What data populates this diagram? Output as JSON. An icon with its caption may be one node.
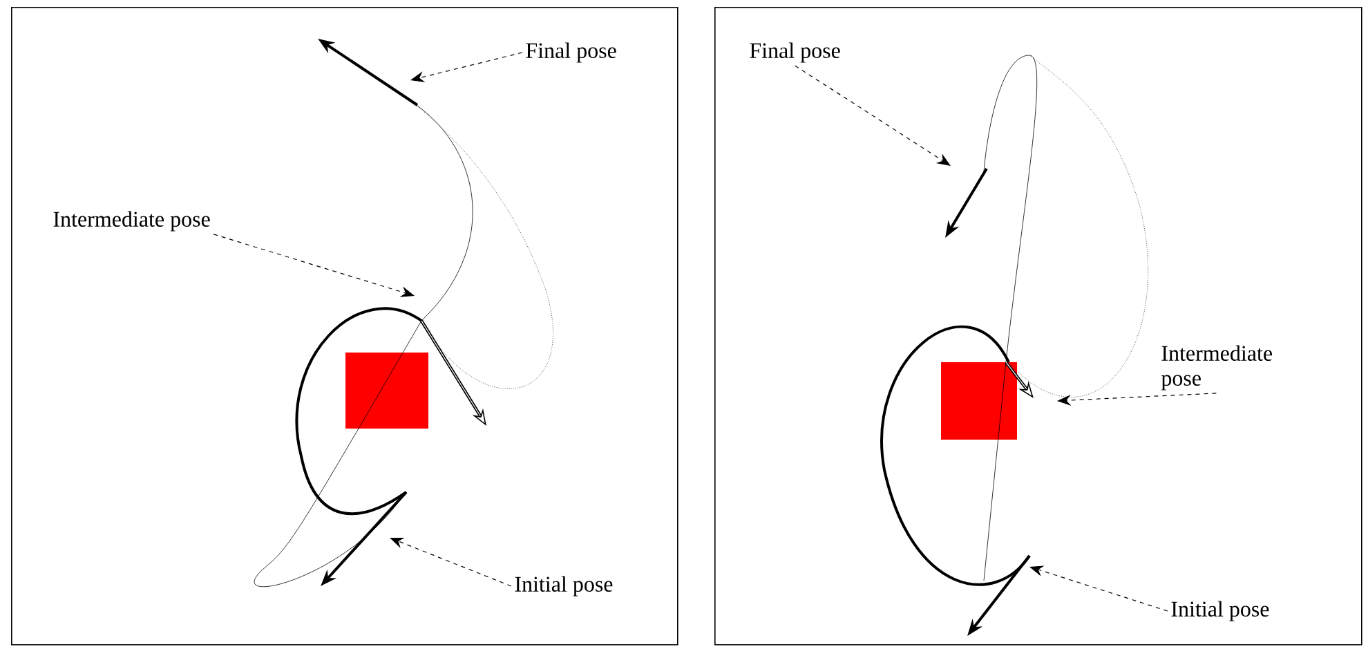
{
  "diagram": {
    "nodes": [
      {
        "text": [],
        "shape": "box"
      },
      {
        "text": [
          "Final pose"
        ],
        "in": 0
      },
      {
        "text": [
          "Intermediate pose"
        ],
        "in": 0
      },
      {
        "text": [
          "Initial pose"
        ],
        "in": 0
      },
      {
        "text": [],
        "shape": "box"
      },
      {
        "text": [
          "Final pose"
        ],
        "in": 4
      },
      {
        "text": [
          "Intermediate pose"
        ],
        "in": 4
      },
      {
        "text": [
          "Initial pose"
        ],
        "in": 4
      }
    ],
    "edges": [
      {
        "from": 1,
        "to": null,
        "arrow": "to",
        "style": "dashed"
      },
      {
        "from": 2,
        "to": null,
        "arrow": "to",
        "style": "dashed"
      },
      {
        "from": 3,
        "to": null,
        "arrow": "to",
        "style": "dashed"
      },
      {
        "from": 5,
        "to": null,
        "arrow": "to",
        "style": "dashed"
      },
      {
        "from": 6,
        "to": null,
        "arrow": "to",
        "style": "dashed"
      },
      {
        "from": 7,
        "to": null,
        "arrow": "to",
        "style": "dashed"
      }
    ]
  }
}
